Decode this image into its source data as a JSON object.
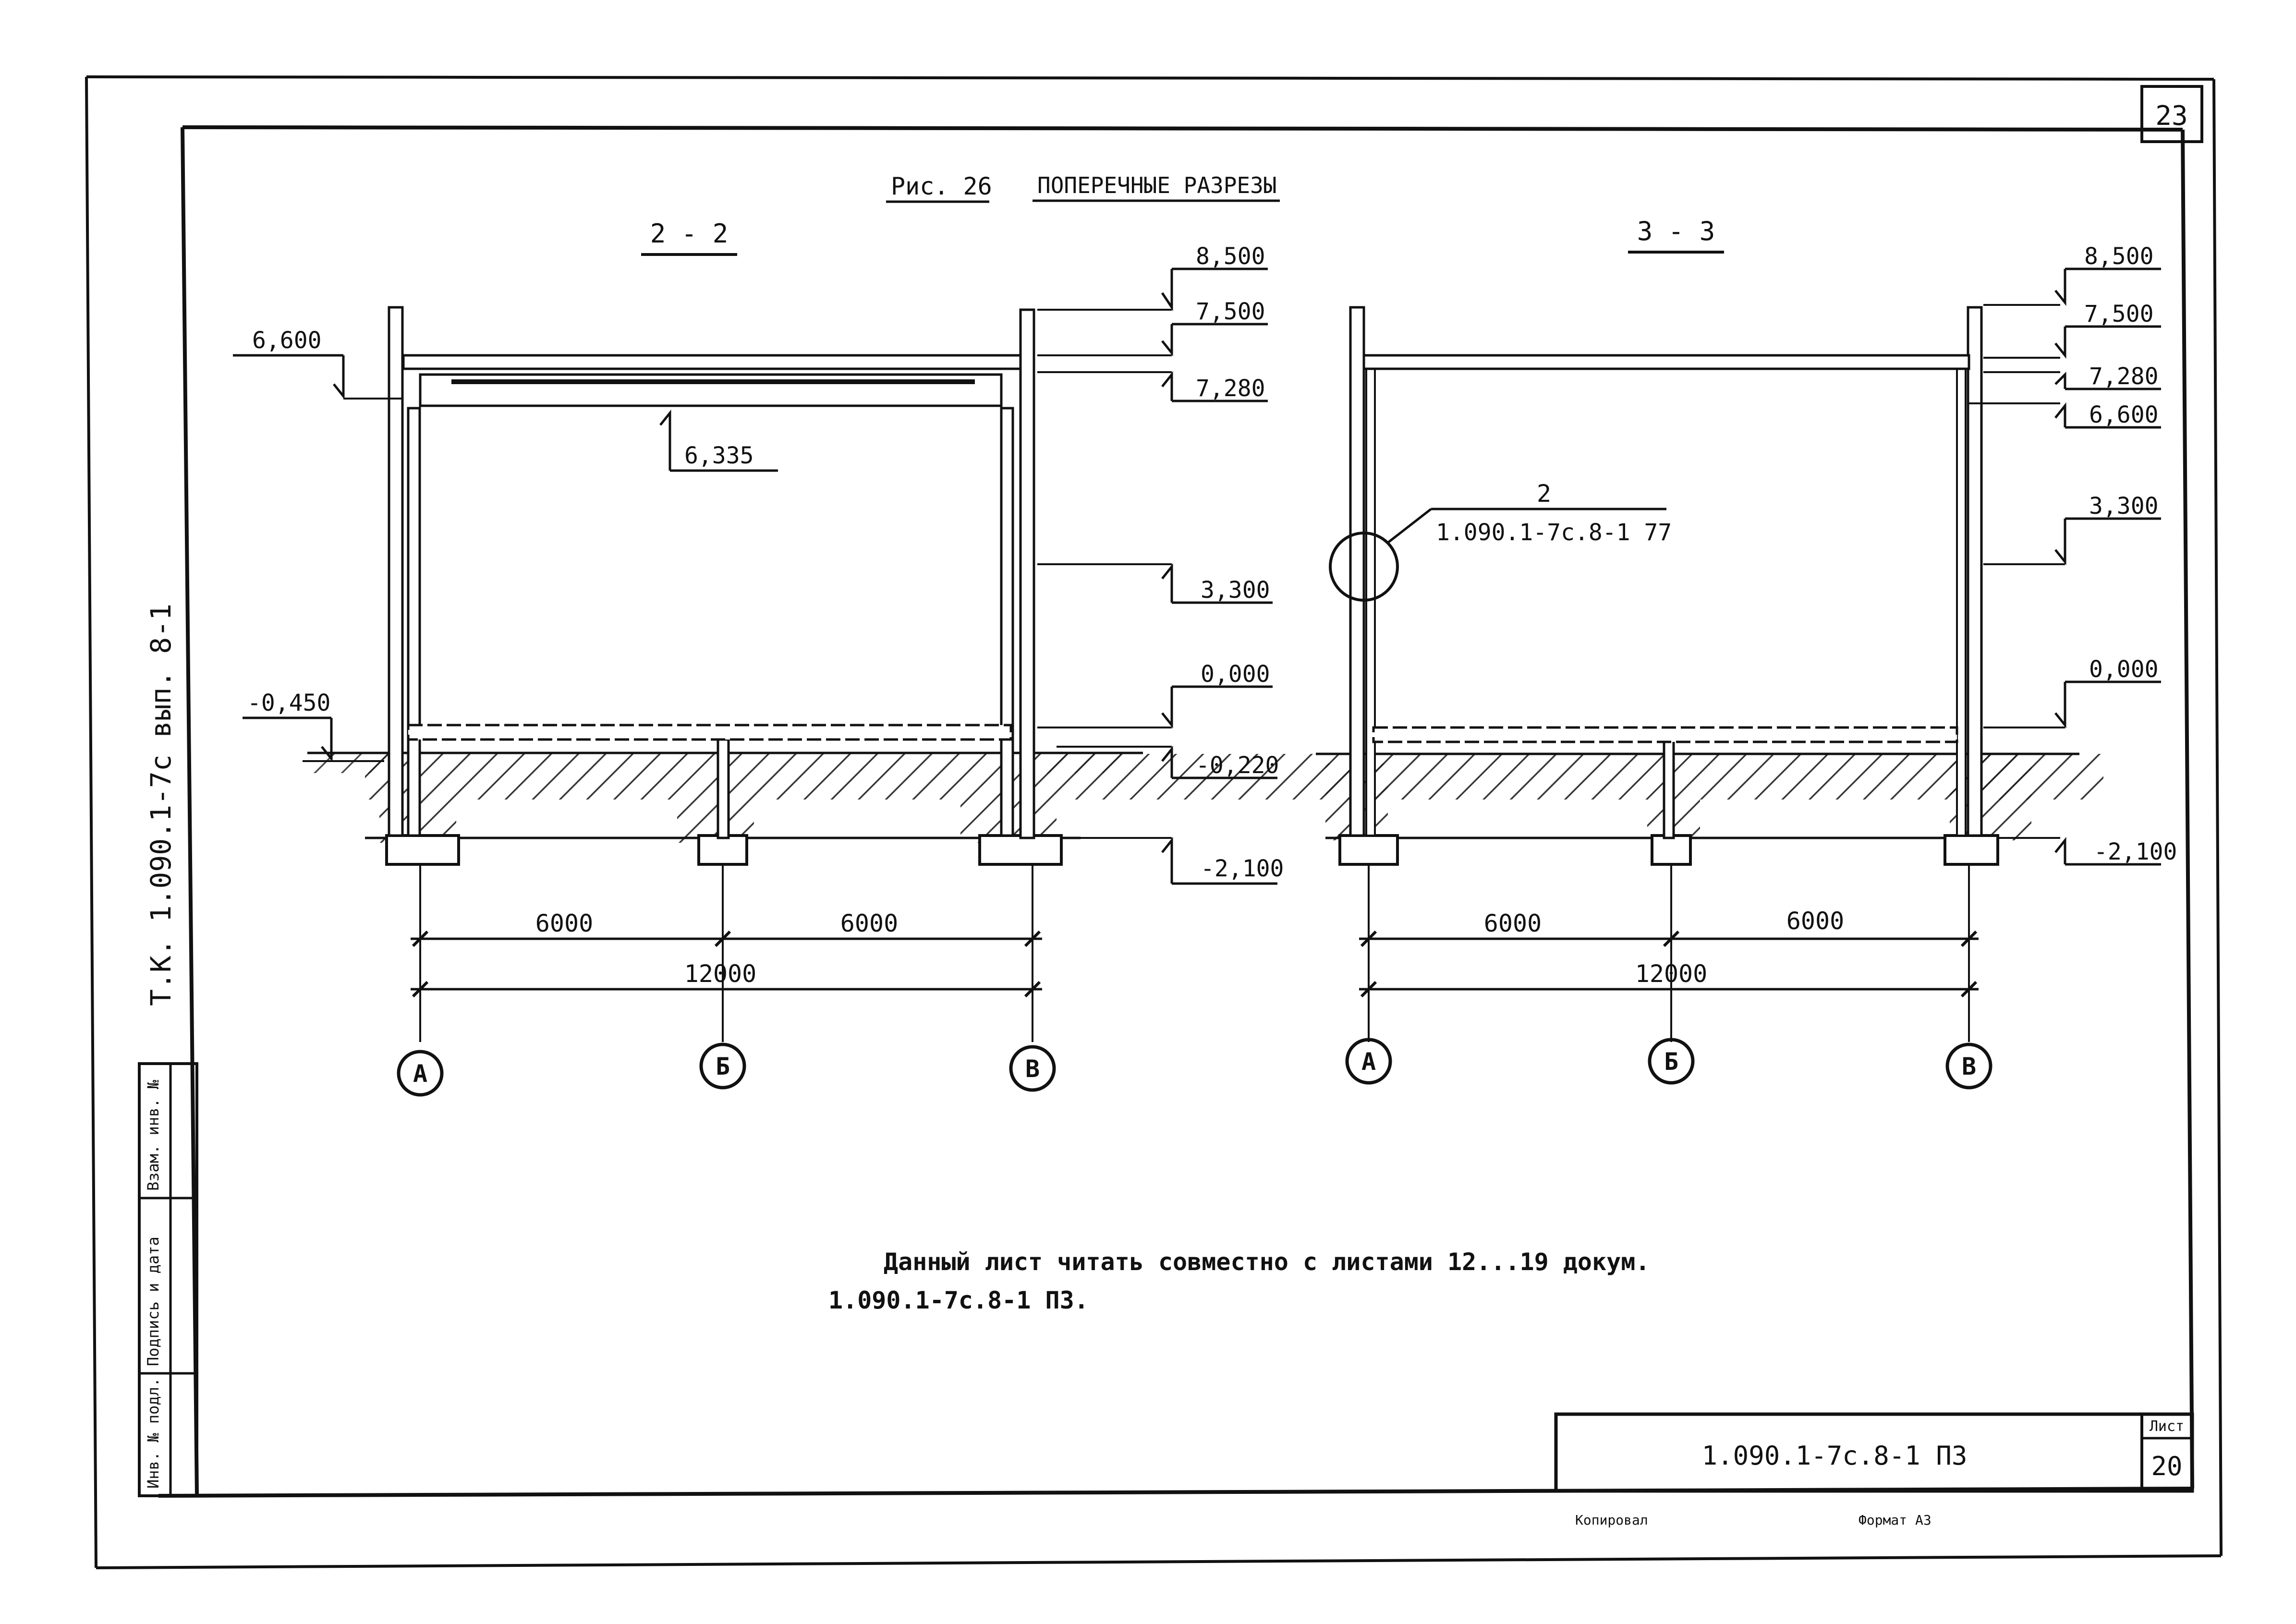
{
  "sheet": {
    "top_sheet_number": "23",
    "figure_title": "Рис. 26",
    "figure_subtitle": "ПОПЕРЕЧНЫЕ РАЗРЕЗЫ",
    "side_label": "Т.К. 1.090.1-7с вып. 8-1",
    "side_stamp": [
      "Инв. № подл.",
      "Подпись и дата",
      "Взам. инв. №"
    ],
    "note_line1": "Данный лист читать совместно с листами 12...19 докум.",
    "note_line2": "1.090.1-7с.8-1 ПЗ.",
    "title_block_code": "1.090.1-7с.8-1 ПЗ",
    "sheet_label": "Лист",
    "sheet_number": "20",
    "copied_label": "Копировал",
    "format_label": "Формат А3"
  },
  "section_left": {
    "title": "2 - 2",
    "elev_top": "8,500",
    "elev_750": "7,500",
    "elev_728": "7,280",
    "elev_660": "6,600",
    "elev_6335": "6,335",
    "elev_330": "3,300",
    "elev_000": "0,000",
    "elev_m045": "-0,450",
    "elev_m022": "-0,220",
    "elev_m210": "-2,100",
    "dim_left": "6000",
    "dim_right": "6000",
    "dim_total": "12000",
    "axes": [
      "А",
      "Б",
      "В"
    ]
  },
  "section_right": {
    "title": "3 - 3",
    "elev_top": "8,500",
    "elev_750": "7,500",
    "elev_728": "7,280",
    "elev_660": "6,600",
    "elev_330": "3,300",
    "elev_000": "0,000",
    "elev_m210": "-2,100",
    "callout_number": "2",
    "callout_ref": "1.090.1-7с.8-1 77",
    "dim_left": "6000",
    "dim_right": "6000",
    "dim_total": "12000",
    "axes": [
      "А",
      "Б",
      "В"
    ]
  }
}
